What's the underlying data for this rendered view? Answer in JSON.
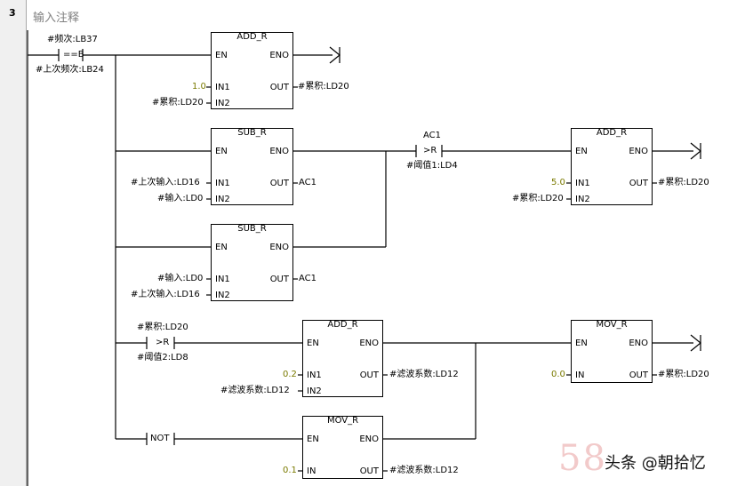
{
  "network": {
    "number": "3",
    "title": "输入注释"
  },
  "contacts": {
    "eq_b": {
      "top": "#频次:LB37",
      "op": "==B",
      "bottom": "#上次频次:LB24"
    },
    "gt_r1": {
      "top": "AC1",
      "op": ">R",
      "bottom": "#阈值1:LD4"
    },
    "gt_r2": {
      "top": "#累积:LD20",
      "op": ">R",
      "bottom": "#阈值2:LD8"
    },
    "not": {
      "op": "NOT"
    }
  },
  "boxes": {
    "add1": {
      "title": "ADD_R",
      "en": "EN",
      "eno": "ENO",
      "in1": "IN1",
      "in2": "IN2",
      "out": "OUT",
      "in1_val": "1.0",
      "in2_val": "#累积:LD20",
      "out_val": "#累积:LD20"
    },
    "sub1": {
      "title": "SUB_R",
      "en": "EN",
      "eno": "ENO",
      "in1": "IN1",
      "in2": "IN2",
      "out": "OUT",
      "in1_val": "#上次输入:LD16",
      "in2_val": "#输入:LD0",
      "out_val": "AC1"
    },
    "sub2": {
      "title": "SUB_R",
      "en": "EN",
      "eno": "ENO",
      "in1": "IN1",
      "in2": "IN2",
      "out": "OUT",
      "in1_val": "#输入:LD0",
      "in2_val": "#上次输入:LD16",
      "out_val": "AC1"
    },
    "add2": {
      "title": "ADD_R",
      "en": "EN",
      "eno": "ENO",
      "in1": "IN1",
      "in2": "IN2",
      "out": "OUT",
      "in1_val": "5.0",
      "in2_val": "#累积:LD20",
      "out_val": "#累积:LD20"
    },
    "add3": {
      "title": "ADD_R",
      "en": "EN",
      "eno": "ENO",
      "in1": "IN1",
      "in2": "IN2",
      "out": "OUT",
      "in1_val": "0.2",
      "in2_val": "#滤波系数:LD12",
      "out_val": "#滤波系数:LD12"
    },
    "mov1": {
      "title": "MOV_R",
      "en": "EN",
      "eno": "ENO",
      "in": "IN",
      "out": "OUT",
      "in_val": "0.0",
      "out_val": "#累积:LD20"
    },
    "mov2": {
      "title": "MOV_R",
      "en": "EN",
      "eno": "ENO",
      "in": "IN",
      "out": "OUT",
      "in_val": "0.1",
      "out_val": "#滤波系数:LD12"
    }
  },
  "watermark": {
    "digits": "58",
    "label": "头条 @朝拾忆"
  },
  "colors": {
    "wire": "#000000",
    "constant": "#7a7a00",
    "gutter": "#f0f0f0",
    "title": "#808080"
  }
}
